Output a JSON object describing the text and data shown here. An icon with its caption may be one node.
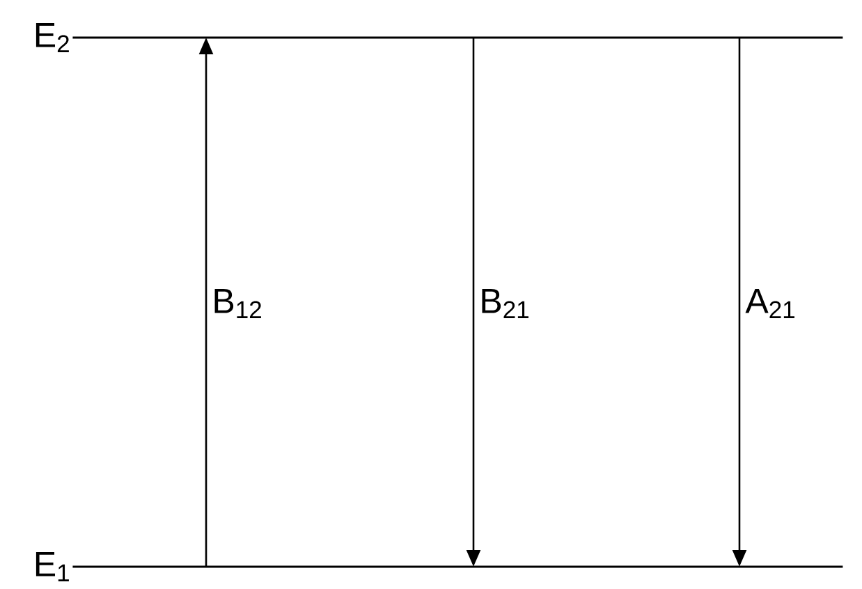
{
  "diagram": {
    "nodes": [
      {
        "text": [
          "E$_{2}$"
        ]
      },
      {
        "text": [
          "E$_{1}$"
        ]
      }
    ],
    "edges": [
      {
        "from": 1,
        "to": 0,
        "arrow": "to",
        "label": "B$_{12}$"
      },
      {
        "from": 0,
        "to": 1,
        "arrow": "to",
        "label": "B$_{21}$"
      },
      {
        "from": 0,
        "to": 1,
        "arrow": "to",
        "label": "A$_{21}$"
      }
    ]
  }
}
